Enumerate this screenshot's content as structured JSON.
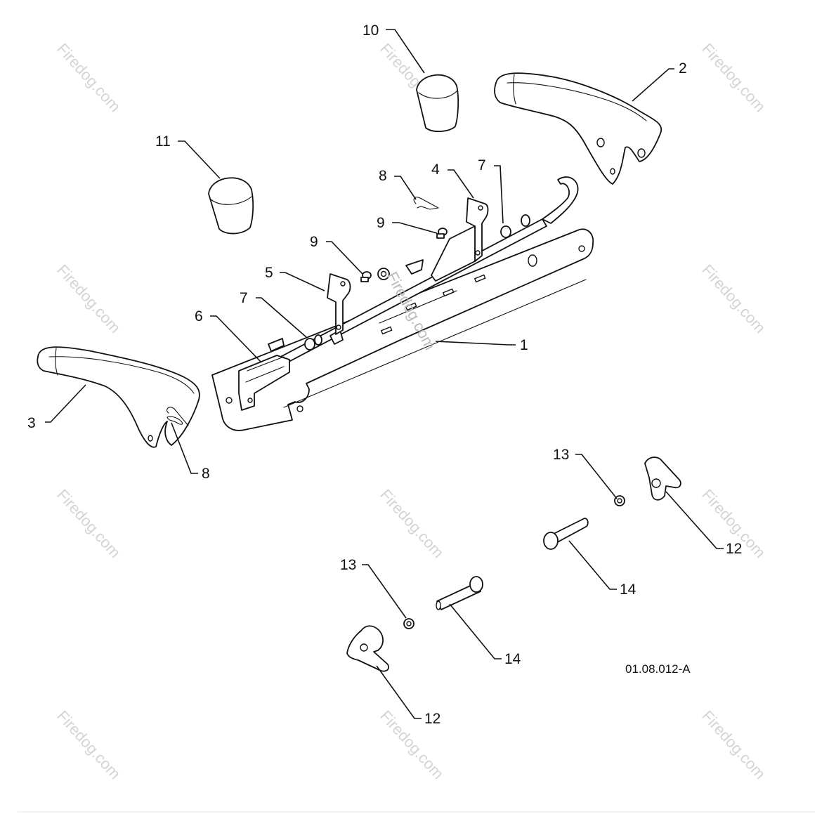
{
  "diagram": {
    "drawing_code": "01.08.012-A",
    "watermark": "Firedog.com",
    "callouts": [
      {
        "id": "c10",
        "label": "10"
      },
      {
        "id": "c2",
        "label": "2"
      },
      {
        "id": "c11",
        "label": "11"
      },
      {
        "id": "c8a",
        "label": "8"
      },
      {
        "id": "c4",
        "label": "4"
      },
      {
        "id": "c7a",
        "label": "7"
      },
      {
        "id": "c9a",
        "label": "9"
      },
      {
        "id": "c9b",
        "label": "9"
      },
      {
        "id": "c5",
        "label": "5"
      },
      {
        "id": "c7b",
        "label": "7"
      },
      {
        "id": "c6",
        "label": "6"
      },
      {
        "id": "c1",
        "label": "1"
      },
      {
        "id": "c3",
        "label": "3"
      },
      {
        "id": "c8b",
        "label": "8"
      },
      {
        "id": "c13a",
        "label": "13"
      },
      {
        "id": "c12a",
        "label": "12"
      },
      {
        "id": "c14a",
        "label": "14"
      },
      {
        "id": "c13b",
        "label": "13"
      },
      {
        "id": "c14b",
        "label": "14"
      },
      {
        "id": "c12b",
        "label": "12"
      }
    ]
  }
}
